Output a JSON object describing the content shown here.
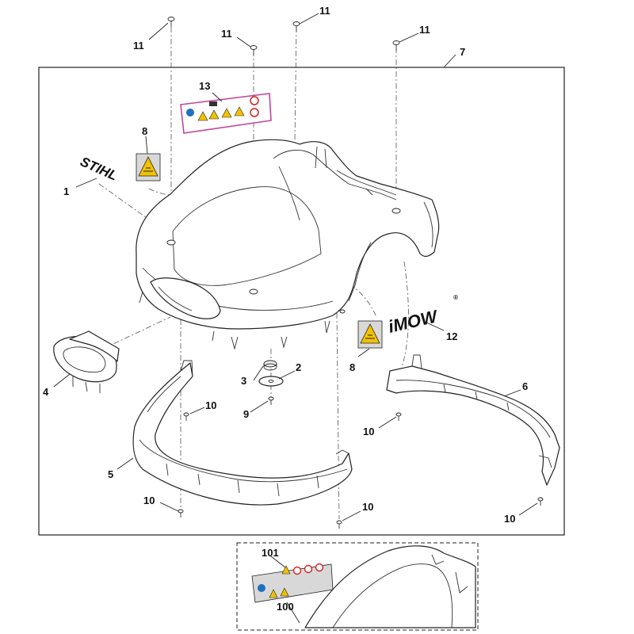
{
  "diagram": {
    "callouts": {
      "c1": "1",
      "c2": "2",
      "c3": "3",
      "c4": "4",
      "c5": "5",
      "c6": "6",
      "c7": "7",
      "c8a": "8",
      "c8b": "8",
      "c9": "9",
      "c10a": "10",
      "c10b": "10",
      "c10c": "10",
      "c10d": "10",
      "c10e": "10",
      "c11a": "11",
      "c11b": "11",
      "c11c": "11",
      "c11d": "11",
      "c12": "12",
      "c13": "13",
      "c100": "100",
      "c101": "101"
    },
    "logos": {
      "stihl": "STIHL",
      "imow": "iMOW",
      "imow_mark": "®"
    },
    "colors": {
      "label_pink": "#c2459a",
      "warning_yellow": "#f2c200",
      "prohibition_red": "#d62020",
      "mandatory_blue": "#1f6fc0"
    }
  }
}
